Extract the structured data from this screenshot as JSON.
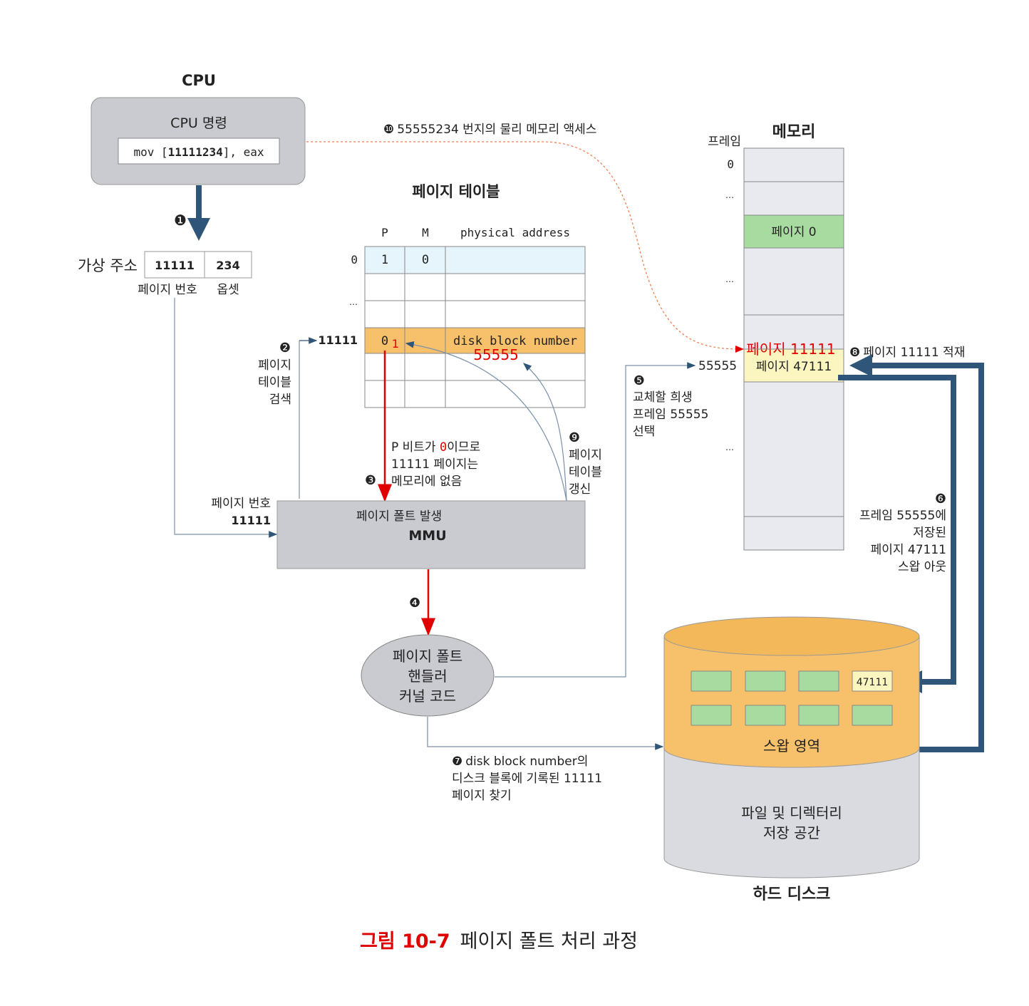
{
  "colors": {
    "accent_red": "#e00000",
    "arrow_blue": "#2f5578",
    "orange": "#f7c06a",
    "green": "#a8dba0",
    "yellow": "#fbf6c0",
    "box_gray": "#c9cbd0"
  },
  "cpu": {
    "title": "CPU",
    "box_title": "CPU 명령",
    "instruction_prefix": "mov [",
    "instruction_addr": "11111234",
    "instruction_suffix": "], eax"
  },
  "virtual_address": {
    "label": "가상 주소",
    "page": "11111",
    "offset": "234",
    "page_label": "페이지 번호",
    "offset_label": "옵셋"
  },
  "steps": {
    "s1": "❶",
    "s2": "❷",
    "s2_lines": [
      "페이지",
      "테이블",
      "검색"
    ],
    "s3": "❸",
    "s3_lines": [
      "P 비트가 ",
      "0",
      "이므로",
      "11111 페이지는",
      "메모리에 없음"
    ],
    "s4": "❹",
    "s5": "❺",
    "s5_lines": [
      "교체할 희생",
      "프레임 55555",
      "선택"
    ],
    "s6": "❻",
    "s6_lines": [
      "프레임 55555에",
      "저장된",
      "페이지 47111",
      "스왑 아웃"
    ],
    "s7": "❼",
    "s7_lines": [
      "disk block number의",
      "디스크 블록에 기록된 11111",
      "페이지 찾기"
    ],
    "s8": "❽",
    "s8_text": "페이지 11111 적재",
    "s9": "❾",
    "s9_lines": [
      "페이지",
      "테이블",
      "갱신"
    ],
    "s10": "❿",
    "s10_text": "55555234 번지의 물리 메모리 액세스"
  },
  "page_table": {
    "title": "페이지 테이블",
    "headers": [
      "P",
      "M",
      "physical address"
    ],
    "row_labels": [
      "0",
      "…",
      "11111"
    ],
    "row0": {
      "p": "1",
      "m": "0"
    },
    "row11111": {
      "p_old": "0",
      "p_new": "1",
      "addr": "disk block number",
      "addr_new": "55555"
    }
  },
  "mmu": {
    "line1": "페이지 폴트 발생",
    "line2": "MMU",
    "input_label": "페이지 번호",
    "input_value": "11111"
  },
  "handler": {
    "lines": [
      "페이지 폴트",
      "핸들러",
      "커널 코드"
    ]
  },
  "memory": {
    "title": "메모리",
    "frame_label": "프레임",
    "frame0": "0",
    "ellipsis": "…",
    "page0": "페이지 0",
    "frame_num": "55555",
    "old_page": "페이지 47111",
    "new_page": "페이지 11111"
  },
  "disk": {
    "title": "하드 디스크",
    "swap_label": "스왑 영역",
    "swap_block": "47111",
    "fs_lines": [
      "파일 및 디렉터리",
      "저장 공간"
    ]
  },
  "caption": {
    "figure": "그림 10-7",
    "text": "페이지 폴트 처리 과정"
  }
}
